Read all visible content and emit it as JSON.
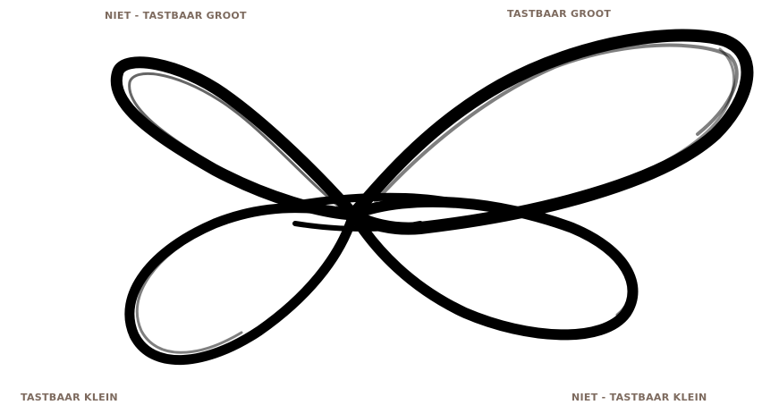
{
  "labels": {
    "top_left": "NIET - TASTBAAR GROOT",
    "top_right": "TASTBAAR GROOT",
    "bottom_left": "TASTBAAR KLEIN",
    "bottom_right": "NIET - TASTBAAR KLEIN"
  },
  "colors": {
    "label_text": "#7d6a5e",
    "stroke": "#000000",
    "background": "#ffffff"
  },
  "figure": {
    "shape": "double-infinity-brush-stroke"
  }
}
